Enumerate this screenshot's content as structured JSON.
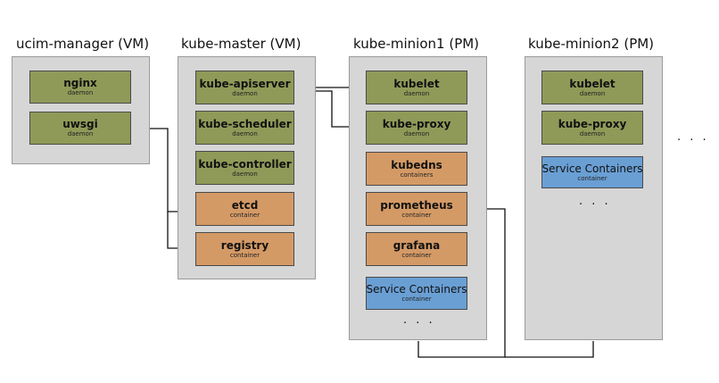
{
  "groups": {
    "ucim": {
      "title": "ucim-manager (VM)",
      "nginx": {
        "label": "nginx",
        "type": "daemon"
      },
      "uwsgi": {
        "label": "uwsgi",
        "type": "daemon"
      }
    },
    "master": {
      "title": "kube-master (VM)",
      "apiserver": {
        "label": "kube-apiserver",
        "type": "daemon"
      },
      "scheduler": {
        "label": "kube-scheduler",
        "type": "daemon"
      },
      "controller": {
        "label": "kube-controller",
        "type": "daemon"
      },
      "etcd": {
        "label": "etcd",
        "type": "container"
      },
      "registry": {
        "label": "registry",
        "type": "container"
      }
    },
    "minion1": {
      "title": "kube-minion1 (PM)",
      "kubelet": {
        "label": "kubelet",
        "type": "daemon"
      },
      "proxy": {
        "label": "kube-proxy",
        "type": "daemon"
      },
      "kubedns": {
        "label": "kubedns",
        "type": "containers"
      },
      "prometheus": {
        "label": "prometheus",
        "type": "container"
      },
      "grafana": {
        "label": "grafana",
        "type": "container"
      },
      "service": {
        "label": "Service Containers",
        "type": "container"
      },
      "more": ". . ."
    },
    "minion2": {
      "title": "kube-minion2 (PM)",
      "kubelet": {
        "label": "kubelet",
        "type": "daemon"
      },
      "proxy": {
        "label": "kube-proxy",
        "type": "daemon"
      },
      "service": {
        "label": "Service Containers",
        "type": "container"
      },
      "more": ". . ."
    }
  },
  "more_nodes": ". . .",
  "colors": {
    "daemon": "#8f9a58",
    "container": "#d49a66",
    "service": "#6a9fd4",
    "node_bg": "#d6d6d6"
  }
}
